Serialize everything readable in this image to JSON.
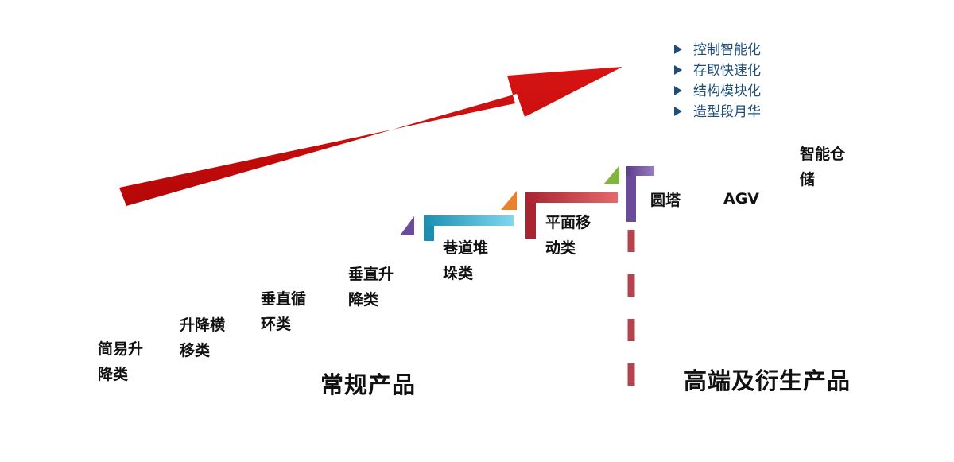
{
  "features": {
    "items": [
      {
        "label": "控制智能化"
      },
      {
        "label": "存取快速化"
      },
      {
        "label": "结构模块化"
      },
      {
        "label": "造型段月华"
      }
    ]
  },
  "labels": {
    "simple_lift": {
      "line1": "简易升",
      "line2": "降类"
    },
    "lift_translate": {
      "line1": "升降横",
      "line2": "移类"
    },
    "vertical_cycle": {
      "line1": "垂直循",
      "line2": "环类"
    },
    "vertical_lift": {
      "line1": "垂直升",
      "line2": "降类"
    },
    "aisle_stacker": {
      "line1": "巷道堆",
      "line2": "垛类"
    },
    "plane_move": {
      "line1": "平面移",
      "line2": "动类"
    },
    "round_tower": "圆塔",
    "agv": "AGV",
    "smart_storage": {
      "line1": "智能仓",
      "line2": "储"
    }
  },
  "sections": {
    "conventional": "常规产品",
    "high_end": "高端及衍生产品"
  },
  "colors": {
    "big_arrow": "#cc0a0a",
    "bullet_text": "#1f4e79",
    "step_teal": "#29b2d8",
    "step_red": "#c8323c",
    "step_purple": "#6b4c9a",
    "tri_purple": "#6b4c9a",
    "tri_orange": "#e8822e",
    "tri_green": "#82b540",
    "divider": "#b5424f"
  }
}
